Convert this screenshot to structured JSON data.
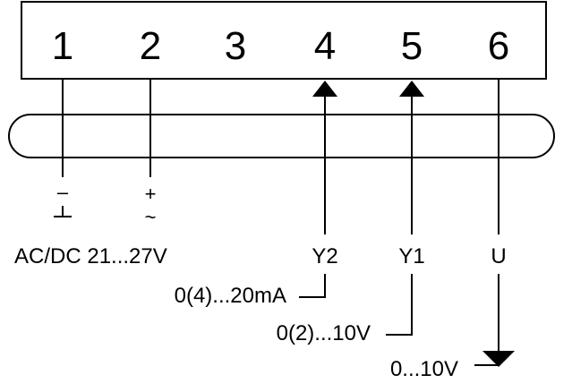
{
  "terminals": [
    "1",
    "2",
    "3",
    "4",
    "5",
    "6"
  ],
  "supply": {
    "minus_symbol": "–",
    "plus_symbol": "+",
    "ac_symbol": "~",
    "label": "AC/DC 21...27V"
  },
  "signals": {
    "y2": {
      "name": "Y2",
      "range": "0(4)...20mA"
    },
    "y1": {
      "name": "Y1",
      "range": "0(2)...10V"
    },
    "u": {
      "name": "U",
      "range": "0...10V"
    }
  }
}
